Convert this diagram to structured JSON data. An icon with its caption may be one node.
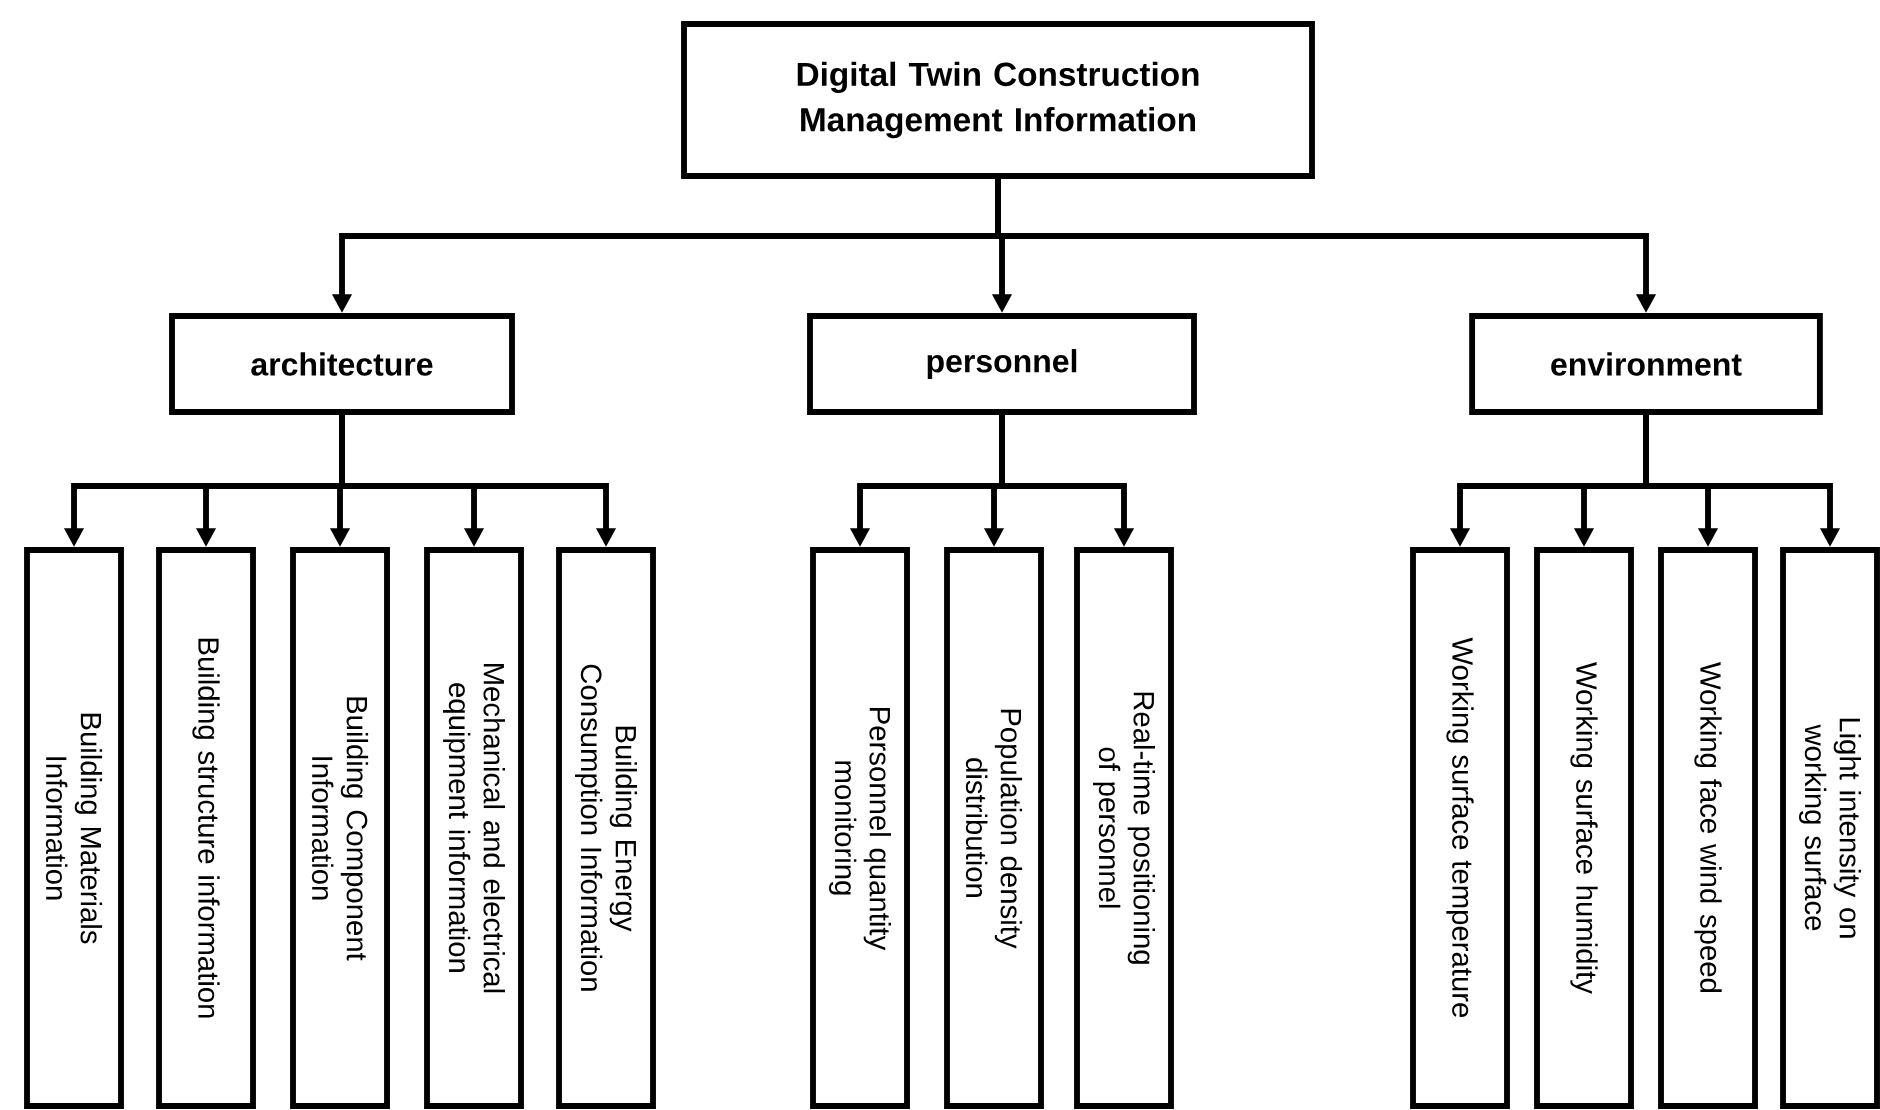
{
  "diagram": {
    "nodes": [
      {
        "text": [
          "Digital Twin Construction Management Information"
        ]
      },
      {
        "text": [
          "architecture"
        ]
      },
      {
        "text": [
          "personnel"
        ]
      },
      {
        "text": [
          "environment"
        ]
      },
      {
        "text": [
          "Building Materials Information"
        ]
      },
      {
        "text": [
          "Building structure information"
        ]
      },
      {
        "text": [
          "Building Component Information"
        ]
      },
      {
        "text": [
          "Mechanical and electrical equipment information"
        ]
      },
      {
        "text": [
          "Building Energy Consumption Information"
        ]
      },
      {
        "text": [
          "Personnel quantity monitoring"
        ]
      },
      {
        "text": [
          "Population density distribution"
        ]
      },
      {
        "text": [
          "Real-time positioning of personnel"
        ]
      },
      {
        "text": [
          "Working surface temperature"
        ]
      },
      {
        "text": [
          "Working surface humidity"
        ]
      },
      {
        "text": [
          "Working face wind speed"
        ]
      },
      {
        "text": [
          "Light intensity on working surface"
        ]
      }
    ],
    "edges": [
      {
        "from": 0,
        "to": 1,
        "arrow": "to"
      },
      {
        "from": 0,
        "to": 2,
        "arrow": "to"
      },
      {
        "from": 0,
        "to": 3,
        "arrow": "to"
      },
      {
        "from": 1,
        "to": 4,
        "arrow": "to"
      },
      {
        "from": 1,
        "to": 5,
        "arrow": "to"
      },
      {
        "from": 1,
        "to": 6,
        "arrow": "to"
      },
      {
        "from": 1,
        "to": 7,
        "arrow": "to"
      },
      {
        "from": 1,
        "to": 8,
        "arrow": "to"
      },
      {
        "from": 2,
        "to": 9,
        "arrow": "to"
      },
      {
        "from": 2,
        "to": 10,
        "arrow": "to"
      },
      {
        "from": 2,
        "to": 11,
        "arrow": "to"
      },
      {
        "from": 3,
        "to": 12,
        "arrow": "to"
      },
      {
        "from": 3,
        "to": 13,
        "arrow": "to"
      },
      {
        "from": 3,
        "to": 14,
        "arrow": "to"
      },
      {
        "from": 3,
        "to": 15,
        "arrow": "to"
      }
    ]
  }
}
